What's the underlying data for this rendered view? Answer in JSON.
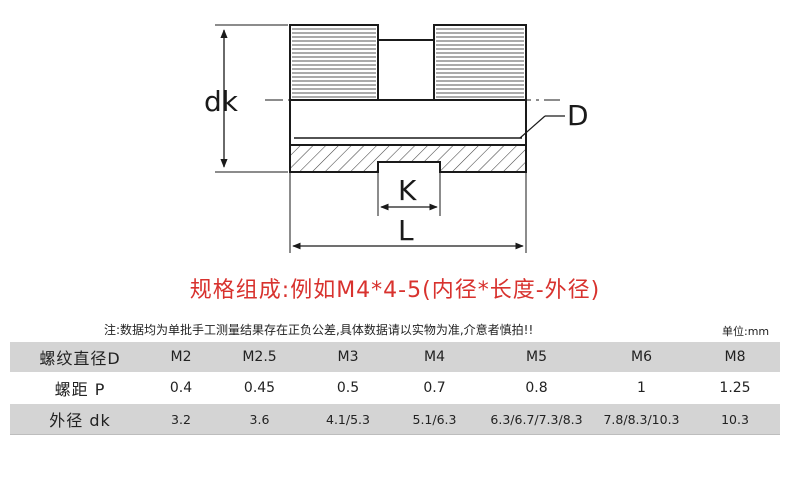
{
  "drawing": {
    "dk_label": "dk",
    "d_label": "D",
    "k_label": "K",
    "l_label": "L"
  },
  "spec_title": "规格组成:例如M4*4-5(内径*长度-外径)",
  "note": "注:数据均为单批手工测量结果存在正负公差,具体数据请以实物为准,介意者慎拍!!",
  "unit": "单位:mm",
  "table": {
    "rows": [
      [
        "螺纹直径D",
        "M2",
        "M2.5",
        "M3",
        "M4",
        "M5",
        "M6",
        "M8"
      ],
      [
        "螺距 P",
        "0.4",
        "0.45",
        "0.5",
        "0.7",
        "0.8",
        "1",
        "1.25"
      ],
      [
        "外径 dk",
        "3.2",
        "3.6",
        "4.1/5.3",
        "5.1/6.3",
        "6.3/6.7/7.3/8.3",
        "7.8/8.3/10.3",
        "10.3"
      ]
    ]
  },
  "colors": {
    "title_red": "#d8322e",
    "row_gray": "#d4d4d4",
    "line_dark": "#1a1a1a"
  }
}
